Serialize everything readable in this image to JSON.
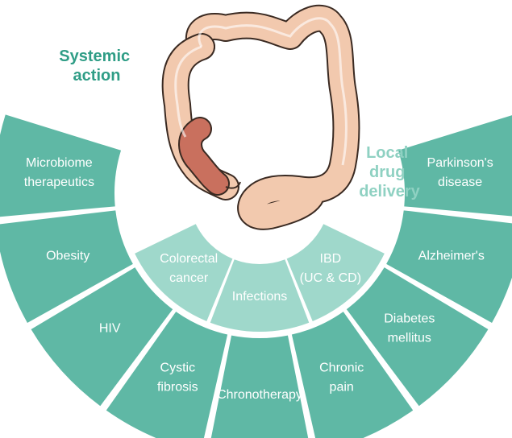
{
  "headings": {
    "systemic": [
      "Systemic",
      "action"
    ],
    "local": [
      "Local",
      "drug",
      "delivery"
    ]
  },
  "outer_segments": [
    {
      "lines": [
        "Microbiome",
        "therapeutics"
      ]
    },
    {
      "lines": [
        "Obesity"
      ]
    },
    {
      "lines": [
        "HIV"
      ]
    },
    {
      "lines": [
        "Cystic",
        "fibrosis"
      ]
    },
    {
      "lines": [
        "Chronotherapy"
      ]
    },
    {
      "lines": [
        "Chronic",
        "pain"
      ]
    },
    {
      "lines": [
        "Diabetes",
        "mellitus"
      ]
    },
    {
      "lines": [
        "Alzheimer's"
      ]
    },
    {
      "lines": [
        "Parkinson's",
        "disease"
      ]
    }
  ],
  "inner_segments": [
    {
      "lines": [
        "Colorectal",
        "cancer"
      ]
    },
    {
      "lines": [
        "Infections"
      ]
    },
    {
      "lines": [
        "IBD",
        "(UC & CD)"
      ]
    }
  ],
  "colors": {
    "outer": "#5fb8a5",
    "inner": "#9fd8cb",
    "systemic_heading": "#2f9d86",
    "local_heading": "#8fd1c2",
    "colon": "#f2c9ae",
    "colon_outline": "#3a2a22",
    "tumor": "#c9705e"
  }
}
